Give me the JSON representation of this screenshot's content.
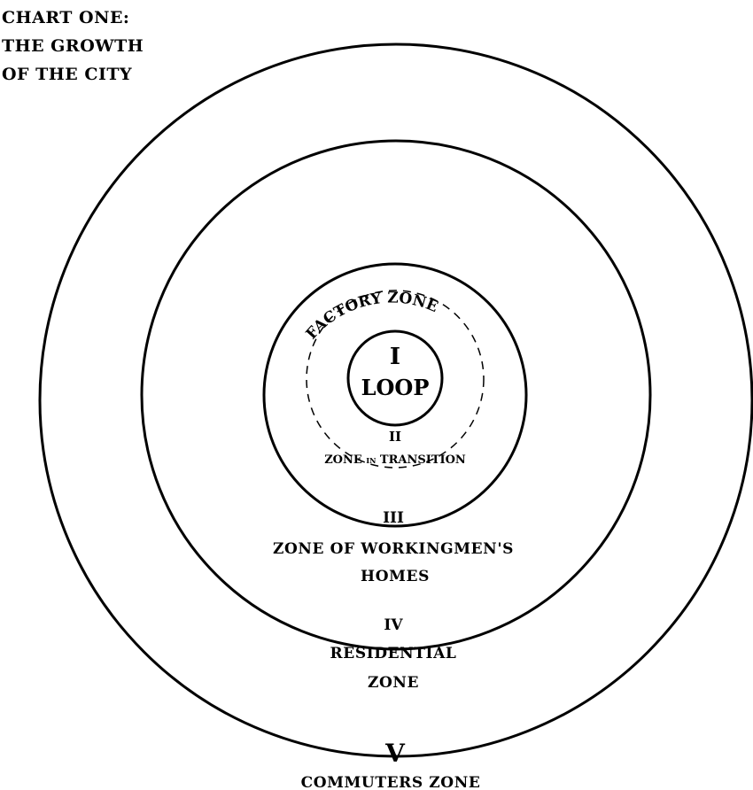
{
  "title": {
    "line1": "CHART ONE:",
    "line2": "THE GROWTH",
    "line3": "OF THE CITY"
  },
  "zones": {
    "loop": {
      "numeral": "I",
      "name": "LOOP"
    },
    "factory": {
      "name": "FACTORY ZONE"
    },
    "transition": {
      "numeral": "II",
      "name_part1": "ZONE",
      "name_small": "IN",
      "name_part2": "TRANSITION"
    },
    "workingmen": {
      "numeral": "III",
      "line1": "ZONE OF WORKINGMEN'S",
      "line2": "HOMES"
    },
    "residential": {
      "numeral": "IV",
      "line1": "RESIDENTIAL",
      "line2": "ZONE"
    },
    "commuters": {
      "numeral": "V",
      "name": "COMMUTERS ZONE"
    }
  },
  "colors": {
    "ink": "#000000",
    "background": "#ffffff"
  }
}
